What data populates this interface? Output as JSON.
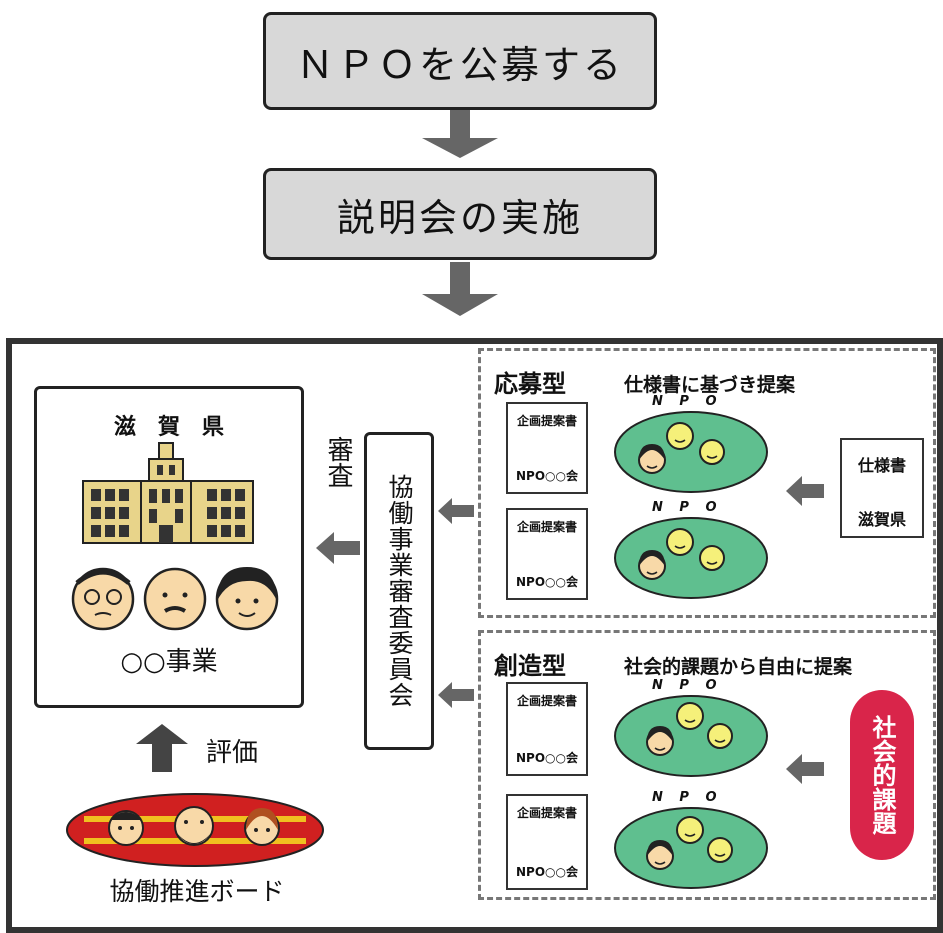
{
  "top": {
    "step1": "ＮＰＯを公募する",
    "step2": "説明会の実施"
  },
  "prefecture": {
    "title": "滋　賀　県",
    "project": "○○事業"
  },
  "review": {
    "label": "審査",
    "committee": "協働事業審査委員会"
  },
  "evaluation": {
    "label": "評価",
    "board": "協働推進ボード"
  },
  "application": {
    "type_label": "応募型",
    "description": "仕様書に基づき提案",
    "spec_line1": "仕様書",
    "spec_line2": "滋賀県"
  },
  "creation": {
    "type_label": "創造型",
    "description": "社会的課題から自由に提案",
    "issue": "社会的課題"
  },
  "proposal_doc": {
    "title": "企画提案書",
    "org": "NPO○○会"
  },
  "npo_tag": "N P O",
  "colors": {
    "step_fill": "#d8d8d8",
    "arrow_gray": "#666666",
    "npo_green": "#5fbf8f",
    "face_yellow": "#f5f07a",
    "face_skin": "#f8d9a8",
    "board_red": "#d02020",
    "board_stripe": "#f0c020",
    "issue_red": "#d9254a"
  }
}
